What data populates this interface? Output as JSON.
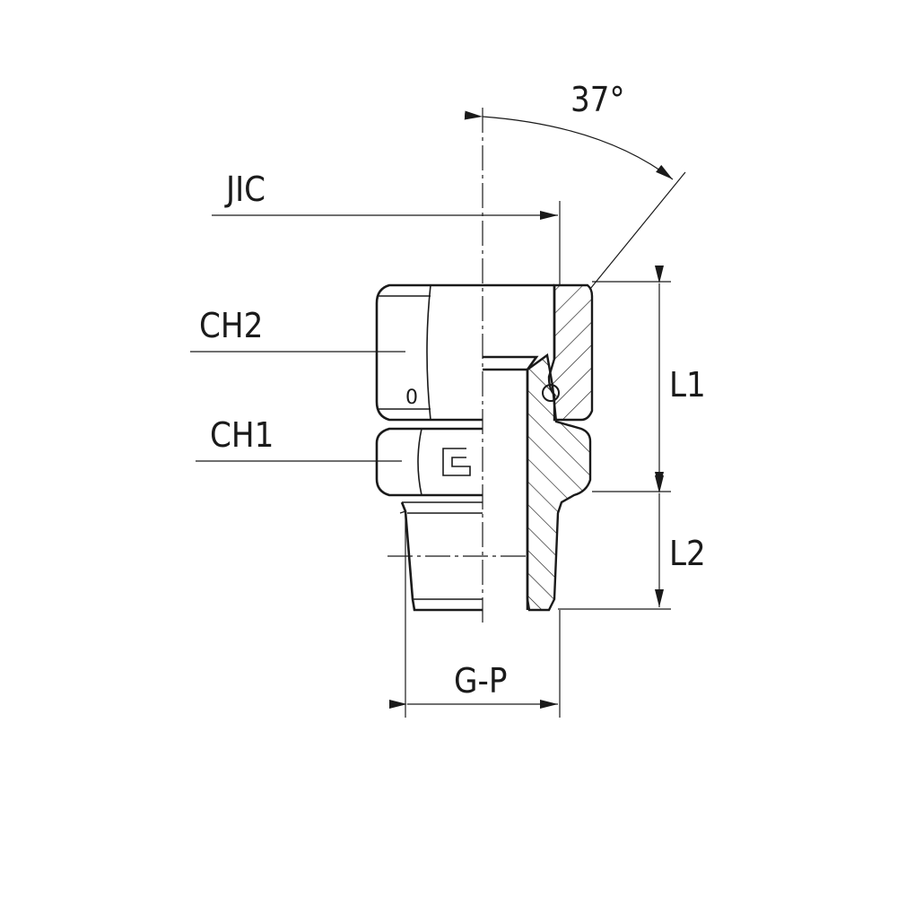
{
  "labels": {
    "angle": "37°",
    "jic": "JIC",
    "ch2": "CH2",
    "ch1": "CH1",
    "l1": "L1",
    "l2": "L2",
    "gp": "G-P",
    "oring_mark": "0"
  }
}
